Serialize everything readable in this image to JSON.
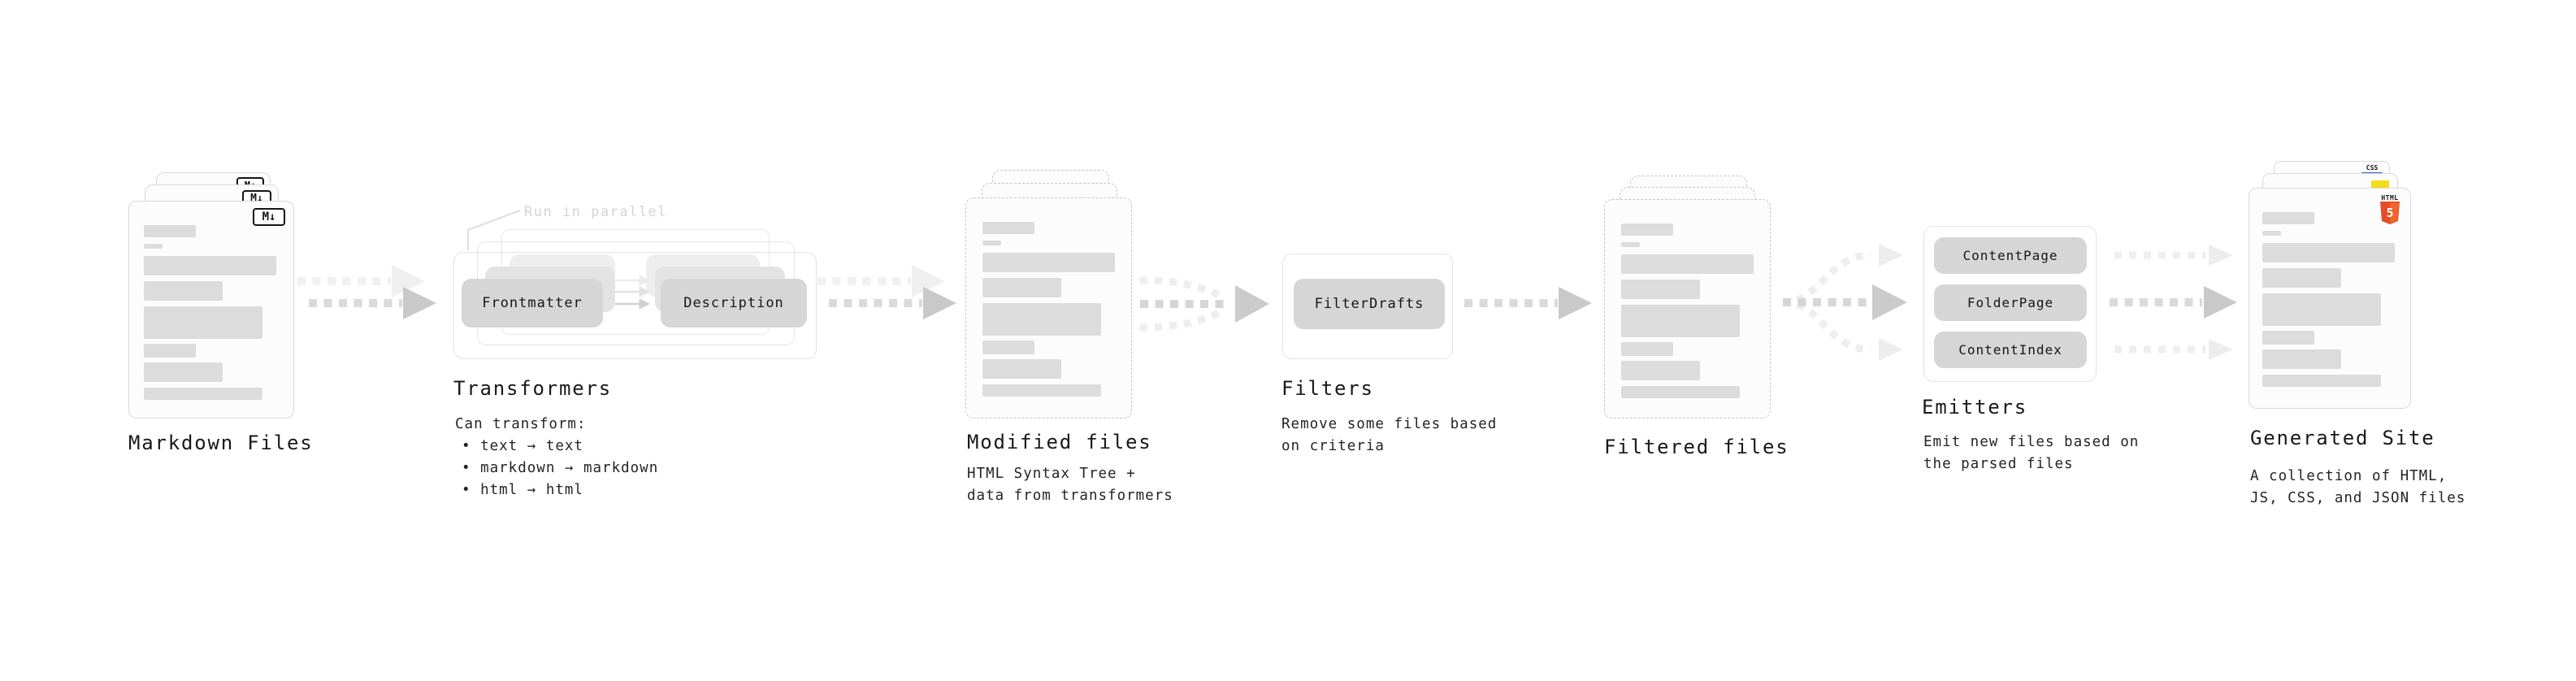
{
  "stages": {
    "markdown_files": {
      "label": "Markdown Files",
      "badge": "M↓"
    },
    "transformers": {
      "label": "Transformers",
      "annotation": "Run in parallel",
      "buttons": [
        "Frontmatter",
        "Description"
      ],
      "desc_title": "Can transform:",
      "bullets": [
        "• text → text",
        "• markdown → markdown",
        "• html → html"
      ]
    },
    "modified_files": {
      "label": "Modified files",
      "desc": [
        "HTML Syntax Tree +",
        "data from transformers"
      ]
    },
    "filters": {
      "label": "Filters",
      "button": "FilterDrafts",
      "desc": [
        "Remove some files based",
        "on criteria"
      ]
    },
    "filtered_files": {
      "label": "Filtered files"
    },
    "emitters": {
      "label": "Emitters",
      "buttons": [
        "ContentPage",
        "FolderPage",
        "ContentIndex"
      ],
      "desc": [
        "Emit new files based on",
        "the parsed files"
      ]
    },
    "generated_site": {
      "label": "Generated Site",
      "desc": [
        "A collection of HTML,",
        "JS, CSS, and JSON files"
      ],
      "html_badge_text": "HTML",
      "html_badge_number": "5",
      "css_badge_text": "CSS"
    }
  },
  "colors": {
    "html5_orange": "#e44d26",
    "js_yellow": "#f5de19",
    "css_blue": "#2962f1"
  }
}
